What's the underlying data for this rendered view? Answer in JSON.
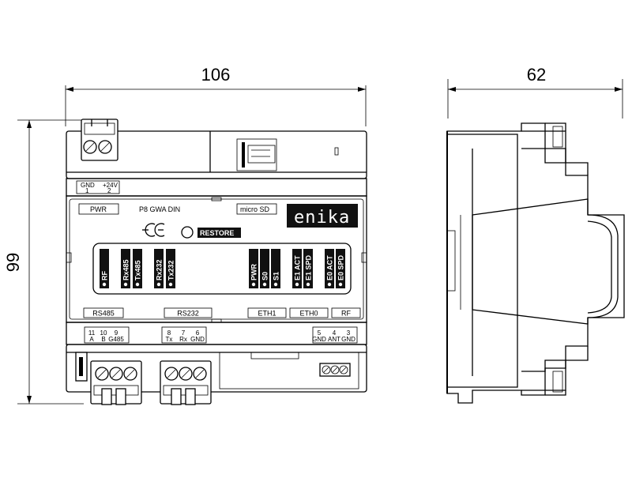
{
  "dimensions": {
    "width": "106",
    "depth": "62",
    "height": "99"
  },
  "top_terminal": {
    "pin_labels": [
      "GND",
      "+24V"
    ],
    "pin_numbers": [
      "1",
      "2"
    ]
  },
  "front_panel": {
    "pwr_label": "PWR",
    "model": "P8 GWA DIN",
    "sd_label": "micro SD",
    "brand": "enika",
    "restore_label": "RESTORE",
    "led_labels": [
      "RF",
      "Rx485",
      "Tx485",
      "Rx232",
      "Tx232",
      "PWR",
      "S0",
      "S1",
      "E1 ACT",
      "E1 SPD",
      "E0 ACT",
      "E0 SPD"
    ],
    "port_labels": [
      "RS485",
      "RS232",
      "ETH1",
      "ETH0",
      "RF"
    ]
  },
  "bottom_terminals": {
    "rs485": {
      "pin_numbers": [
        "11",
        "10",
        "9"
      ],
      "pin_labels": [
        "A",
        "B",
        "G485"
      ]
    },
    "rs232": {
      "pin_numbers": [
        "8",
        "7",
        "6"
      ],
      "pin_labels": [
        "Tx",
        "Rx",
        "GND"
      ]
    },
    "rf": {
      "pin_numbers": [
        "5",
        "4",
        "3"
      ],
      "pin_labels": [
        "GND",
        "ANT",
        "GND"
      ]
    }
  },
  "icons": [
    "ce-mark-icon",
    "restore-button-icon",
    "terminal-screw-icon"
  ]
}
